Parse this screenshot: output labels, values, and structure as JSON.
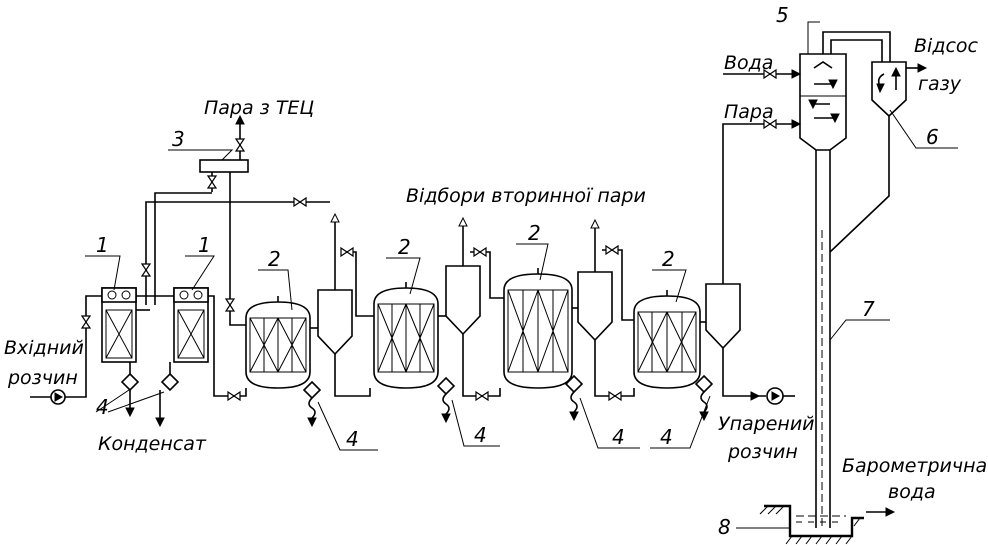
{
  "labels": {
    "steam_from_chp": "Пара з ТЕЦ",
    "secondary_steam_takeoff": "Відбори вторинної пари",
    "input_solution_line1": "Вхідний",
    "input_solution_line2": "розчин",
    "condensate": "Конденсат",
    "evaporated_solution_line1": "Упарений",
    "evaporated_solution_line2": "розчин",
    "water": "Вода",
    "steam": "Пара",
    "gas_suction_line1": "Відсос",
    "gas_suction_line2": "газу",
    "barometric_water_line1": "Барометрична",
    "barometric_water_line2": "вода"
  },
  "callouts": {
    "heater_a": "1",
    "heater_b": "1",
    "evaporator_a": "2",
    "evaporator_b": "2",
    "evaporator_c": "2",
    "evaporator_d": "2",
    "steam_distributor": "3",
    "trap_pair": "4",
    "trap_a": "4",
    "trap_b": "4",
    "trap_c": "4",
    "trap_d": "4",
    "barometric_condenser": "5",
    "gas_separator": "6",
    "barometric_pipe": "7",
    "hot_well": "8"
  }
}
